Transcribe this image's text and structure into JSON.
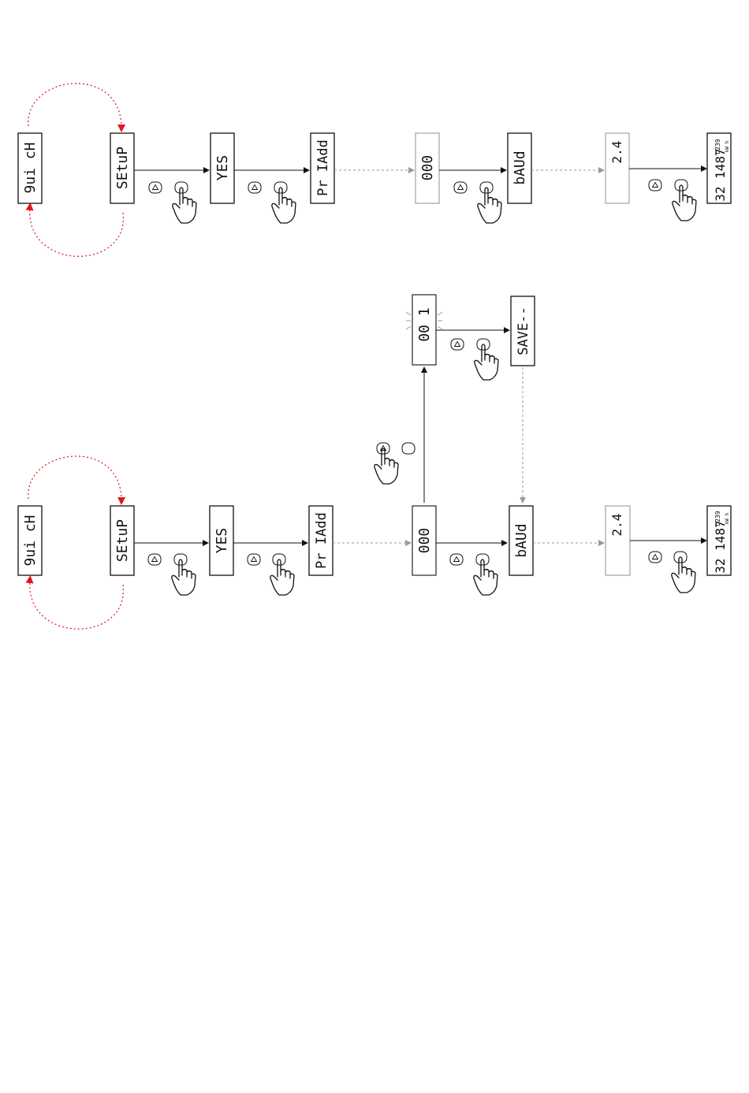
{
  "diagram": {
    "row1": {
      "screens": [
        {
          "id": "qwich",
          "text": "9ui cH"
        },
        {
          "id": "setup",
          "text": "SEtuP"
        },
        {
          "id": "yes",
          "text": "YES"
        },
        {
          "id": "praddr",
          "text": "Pr IAdd"
        },
        {
          "id": "addr",
          "text": "000"
        },
        {
          "id": "baud",
          "text": "bAUd"
        },
        {
          "id": "baudval",
          "text": "2.4"
        }
      ],
      "home": {
        "main": "32 1487",
        "sub": "L239",
        "unit": "kW h"
      }
    },
    "row2": {
      "screens": [
        {
          "id": "qwich",
          "text": "9ui cH"
        },
        {
          "id": "setup",
          "text": "SEtuP"
        },
        {
          "id": "yes",
          "text": "YES"
        },
        {
          "id": "praddr",
          "text": "Pr IAdd"
        },
        {
          "id": "addr",
          "text": "000"
        },
        {
          "id": "baud",
          "text": "bAUd"
        },
        {
          "id": "baudval",
          "text": "2.4"
        }
      ],
      "edit_value": "00 1",
      "save": "SAVE--",
      "home": {
        "main": "32 1487",
        "sub": "L239",
        "unit": "kW h"
      }
    },
    "colors": {
      "loop_arrow": "#e0161e",
      "line": "#111111",
      "dashed": "#9a9a9a"
    }
  }
}
